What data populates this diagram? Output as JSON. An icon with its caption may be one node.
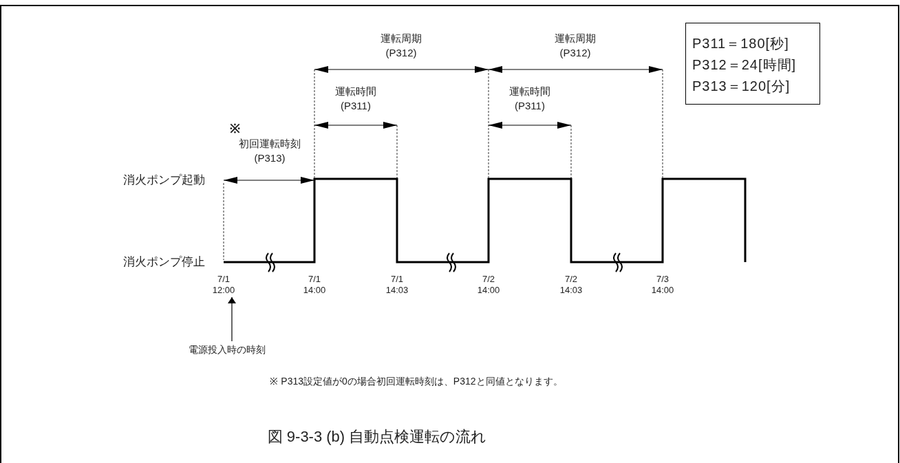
{
  "diagram": {
    "caption": "図 9-3-3 (b) 自動点検運転の流れ",
    "nodes": [
      {
        "text": [
          "P311＝180[秒]",
          "P312＝24[時間]",
          "P313＝120[分]"
        ]
      },
      {
        "text": [
          "7/1 12:00"
        ]
      },
      {
        "text": [
          "電源投入時の時刻"
        ]
      }
    ],
    "edges": [
      {
        "from": 2,
        "to": 1,
        "arrow": "to"
      }
    ],
    "labels": [
      "運転周期 (P312)",
      "運転周期 (P312)",
      "運転時間 (P311)",
      "運転時間 (P311)",
      "※",
      "初回運転時刻 (P313)",
      "消火ポンプ起動",
      "消火ポンプ停止",
      "7/1 14:00",
      "7/1 14:03",
      "7/2 14:00",
      "7/2 14:03",
      "7/3 14:00",
      "※ P313設定値が0の場合初回運転時刻は、P312と同値となります。"
    ]
  }
}
